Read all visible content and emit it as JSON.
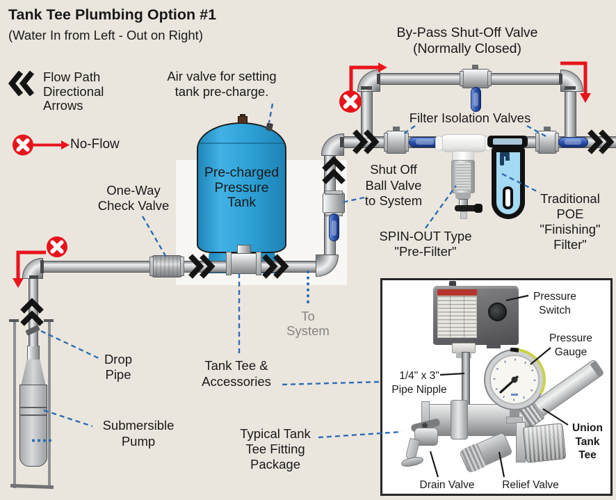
{
  "title": "Tank Tee Plumbing Option #1",
  "subtitle": "(Water In from Left - Out on Right)",
  "legend": {
    "flow_path": "Flow Path\nDirectional\nArrows",
    "no_flow": "No-Flow"
  },
  "callouts": {
    "air_valve": "Air valve for setting\ntank pre-charge.",
    "bypass_valve": "By-Pass Shut-Off Valve\n(Normally Closed)",
    "filter_isolation": "Filter Isolation Valves",
    "check_valve": "One-Way\nCheck Valve",
    "pressure_tank": "Pre-charged\nPressure\nTank",
    "shutoff_valve": "Shut Off\nBall Valve\nto System",
    "spin_out": "SPIN-OUT Type\n\"Pre-Filter\"",
    "poe_filter": "Traditional\nPOE\n\"Finishing\"\nFilter\"",
    "to_system": "To\nSystem",
    "drop_pipe": "Drop\nPipe",
    "tank_tee": "Tank Tee &\nAccessories",
    "submersible_pump": "Submersible\nPump",
    "fitting_package": "Typical Tank\nTee Fitting\nPackage"
  },
  "inset": {
    "pressure_switch": "Pressure\nSwitch",
    "pressure_gauge": "Pressure\nGauge",
    "pipe_nipple": "1/4\" x 3\"\nPipe Nipple",
    "union_tank_tee": "Union\nTank\nTee",
    "drain_valve": "Drain Valve",
    "relief_valve": "Relief Valve"
  },
  "colors": {
    "background": "#eae6de",
    "tank_blue": "#2da0d8",
    "filter_icon_blue": "#a5daf4",
    "valve_handle_blue": "#2b53ad",
    "leader_blue": "#2f6cb3",
    "flow_red": "#e8141c",
    "text": "#191919",
    "muted_text": "#84847c"
  }
}
